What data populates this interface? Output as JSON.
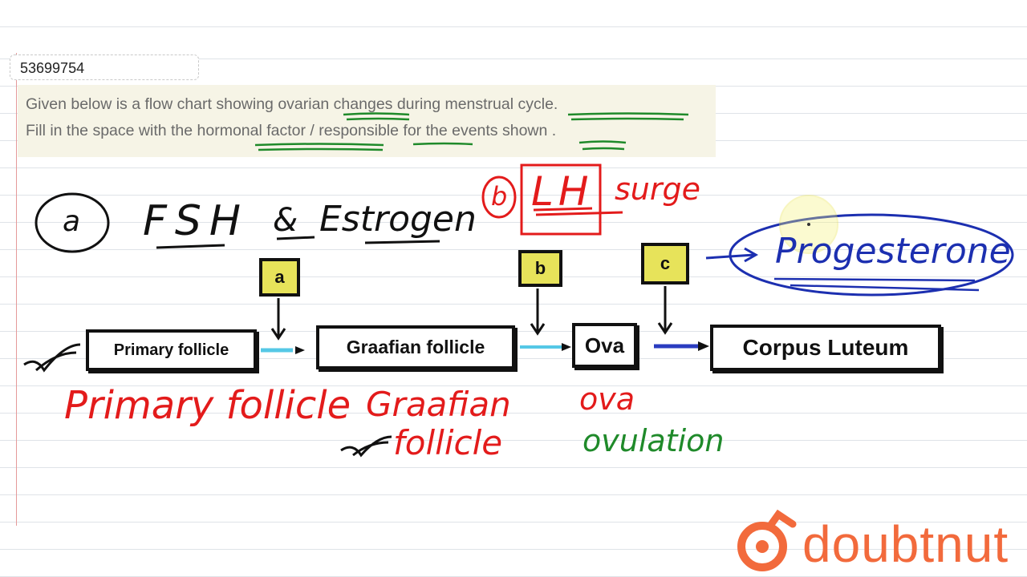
{
  "question_id": "53699754",
  "question": {
    "line1": "Given below is a flow chart showing ovarian changes during menstrual cycle.",
    "line2": "Fill in the space with the hormonal factor / responsible for the events shown ."
  },
  "flowchart": {
    "boxes": [
      "Primary follicle",
      "Graafian follicle",
      "Ova",
      "Corpus Luteum"
    ],
    "blanks": [
      "a",
      "b",
      "c"
    ]
  },
  "annotations": {
    "a_circle": "a",
    "a_answer_part1": "FSH",
    "a_answer_amp": "&",
    "a_answer_part2": "Estrogen",
    "b_circle": "b",
    "b_answer": "LH",
    "b_suffix": "surge",
    "c_answer": "Progesterone",
    "primary_label": "Primary follicle",
    "graafian_label1": "Graafian",
    "graafian_label2": "follicle",
    "ova_label": "ova",
    "ovulation_label": "ovulation"
  },
  "brand": {
    "name": "doubtnut",
    "color": "#f26a3c"
  }
}
